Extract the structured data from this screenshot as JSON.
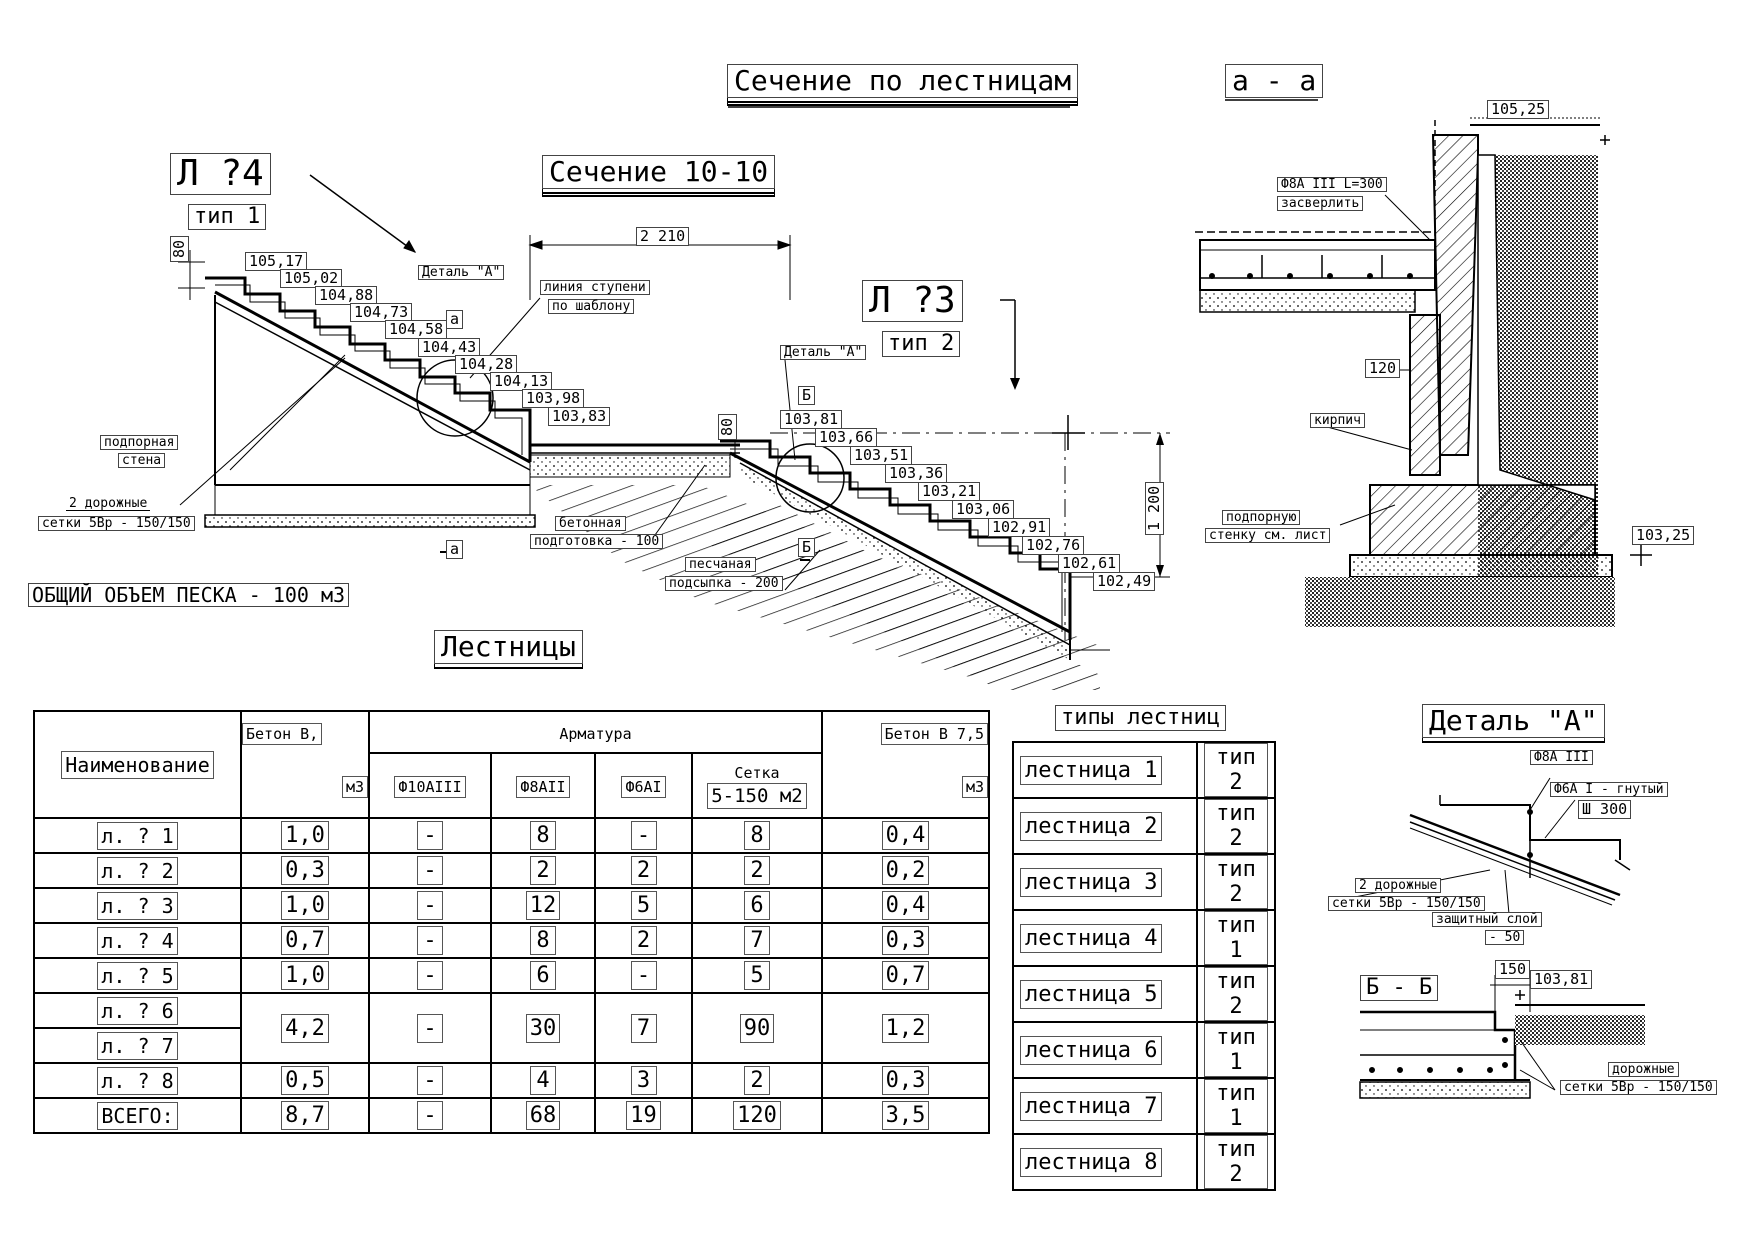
{
  "titles": {
    "main": "Сечение по лестницам",
    "section_aa": "а - а",
    "section_1010": "Сечение 10-10",
    "l4": "Л ?4",
    "l4_type": "тип 1",
    "l3": "Л ?3",
    "l3_type": "тип 2",
    "stairs": "Лестницы",
    "detail_a": "Деталь \"А\"",
    "section_bb": "Б - Б",
    "types_table": "типы лестниц"
  },
  "labels": {
    "dim_80_left": "80",
    "dim_2210": "2 210",
    "detail_a_left": "Деталь \"А\"",
    "detail_a_right": "Деталь \"А\"",
    "step_line_1": "линия ступени",
    "step_line_2": "по шаблону",
    "marker_a_top": "а",
    "marker_a_bottom": "а",
    "marker_b_top": "Б",
    "marker_b_bottom": "Б",
    "retaining_wall_1": "подпорная",
    "retaining_wall_2": "стена",
    "road_mesh_1": "2 дорожные",
    "road_mesh_2": "сетки 5Вр - 150/150",
    "concrete_prep_1": "бетонная",
    "concrete_prep_2": "подготовка - 100",
    "sand_bed_1": "песчаная",
    "sand_bed_2": "подсыпка - 200",
    "dim_80_mid": "80",
    "dim_1200": "1 200",
    "sand_total": "ОБЩИЙ ОБЪЕМ ПЕСКА - 100 м3",
    "aa_level_top": "105,25",
    "aa_rebar_1": "Ф8А III L=300",
    "aa_rebar_2": "засверлить",
    "aa_dim_120": "120",
    "aa_brick": "кирпич",
    "aa_wall_ref_1": "подпорную",
    "aa_wall_ref_2": "стенку см. лист",
    "aa_level_bottom": "103,25",
    "det_rebar_1": "Ф8А III",
    "det_rebar_2": "Ф6А I - гнутый",
    "det_spacing": "Ш 300",
    "det_mesh_1": "2 дорожные",
    "det_mesh_2": "сетки 5Вр - 150/150",
    "det_cover_1": "защитный слой",
    "det_cover_2": "- 50",
    "bb_dim_150": "150",
    "bb_level": "103,81",
    "bb_mesh_1": "дорожные",
    "bb_mesh_2": "сетки 5Вр - 150/150"
  },
  "levels_left": [
    "105,17",
    "105,02",
    "104,88",
    "104,73",
    "104,58",
    "104,43",
    "104,28",
    "104,13",
    "103,98",
    "103,83"
  ],
  "levels_right": [
    "103,81",
    "103,66",
    "103,51",
    "103,36",
    "103,21",
    "103,06",
    "102,91",
    "102,76",
    "102,61",
    "102,49"
  ],
  "table": {
    "h_name": "Наименование",
    "h_concrete_b": "Бетон В,",
    "h_m3": "м3",
    "h_rebar": "Арматура",
    "h_concrete_b75": "Бетон В 7,5",
    "h_m3_b": "м3",
    "h_f10": "Ф10АIII",
    "h_f8": "Ф8АII",
    "h_f6": "Ф6АI",
    "h_mesh_1": "Сетка",
    "h_mesh_2": "5-150 м2",
    "rows": [
      {
        "name": "л. ? 1",
        "b": "1,0",
        "f10": "-",
        "f8": "8",
        "f6": "-",
        "mesh": "8",
        "b75": "0,4"
      },
      {
        "name": "л. ? 2",
        "b": "0,3",
        "f10": "-",
        "f8": "2",
        "f6": "2",
        "mesh": "2",
        "b75": "0,2"
      },
      {
        "name": "л. ? 3",
        "b": "1,0",
        "f10": "-",
        "f8": "12",
        "f6": "5",
        "mesh": "6",
        "b75": "0,4"
      },
      {
        "name": "л. ? 4",
        "b": "0,7",
        "f10": "-",
        "f8": "8",
        "f6": "2",
        "mesh": "7",
        "b75": "0,3"
      },
      {
        "name": "л. ? 5",
        "b": "1,0",
        "f10": "-",
        "f8": "6",
        "f6": "-",
        "mesh": "5",
        "b75": "0,7"
      }
    ],
    "merged": {
      "name_a": "л. ? 6",
      "name_b": "л. ? 7",
      "b": "4,2",
      "f10": "-",
      "f8": "30",
      "f6": "7",
      "mesh": "90",
      "b75": "1,2"
    },
    "row8": {
      "name": "л. ? 8",
      "b": "0,5",
      "f10": "-",
      "f8": "4",
      "f6": "3",
      "mesh": "2",
      "b75": "0,3"
    },
    "total": {
      "name": "ВСЕГО:",
      "b": "8,7",
      "f10": "-",
      "f8": "68",
      "f6": "19",
      "mesh": "120",
      "b75": "3,5"
    }
  },
  "types": [
    {
      "name": "лестница 1",
      "type": "тип 2"
    },
    {
      "name": "лестница 2",
      "type": "тип 2"
    },
    {
      "name": "лестница 3",
      "type": "тип 2"
    },
    {
      "name": "лестница 4",
      "type": "тип 1"
    },
    {
      "name": "лестница 5",
      "type": "тип 2"
    },
    {
      "name": "лестница 6",
      "type": "тип 1"
    },
    {
      "name": "лестница 7",
      "type": "тип 1"
    },
    {
      "name": "лестница 8",
      "type": "тип 2"
    }
  ]
}
